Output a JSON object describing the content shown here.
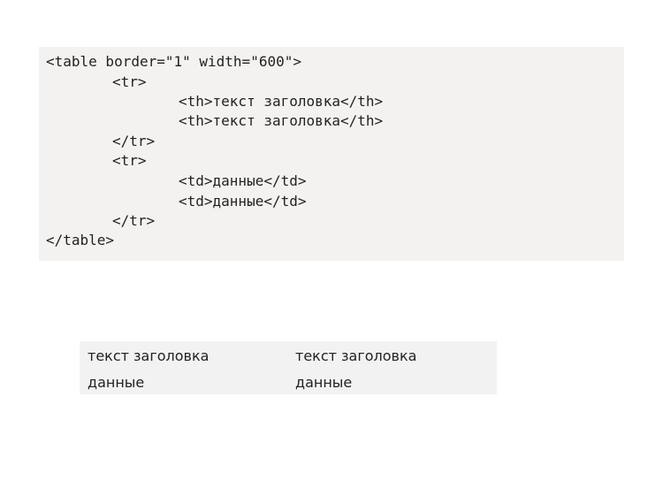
{
  "code": {
    "lines": [
      "<table border=\"1\" width=\"600\">",
      "<tr>",
      "<th>текст заголовка</th>",
      "<th>текст заголовка</th>",
      "</tr>",
      "<tr>",
      "<td>данные</td>",
      "<td>данные</td>",
      "</tr>",
      "</table>"
    ]
  },
  "table": {
    "headers": [
      "текст заголовка",
      "текст заголовка"
    ],
    "rows": [
      [
        "данные",
        "данные"
      ]
    ]
  }
}
